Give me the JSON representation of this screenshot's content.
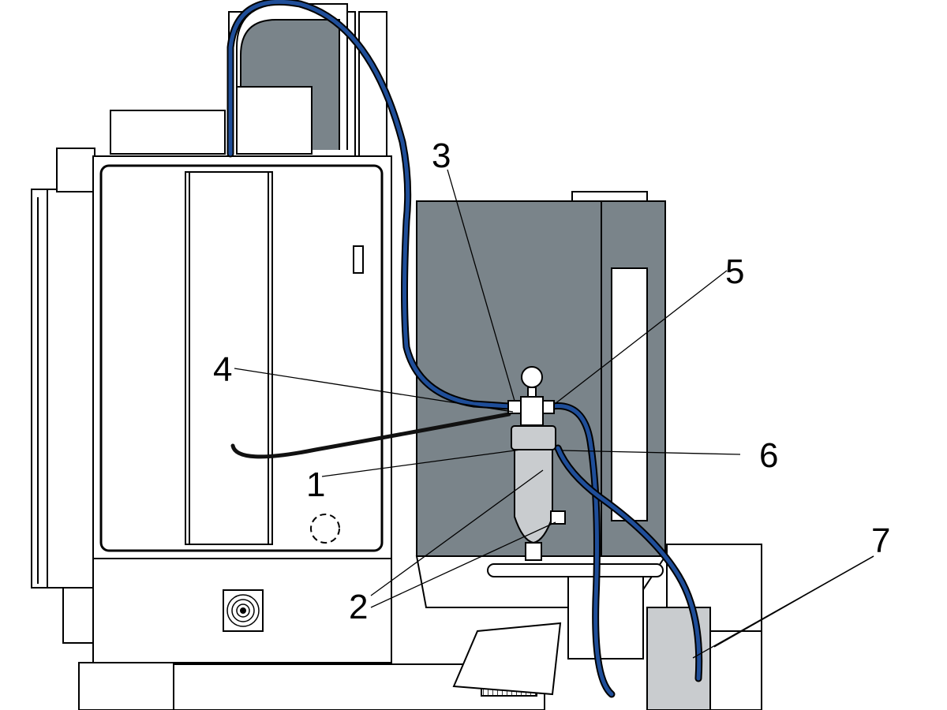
{
  "diagram": {
    "callouts": [
      {
        "id": "1",
        "label": "1"
      },
      {
        "id": "2",
        "label": "2"
      },
      {
        "id": "3",
        "label": "3"
      },
      {
        "id": "4",
        "label": "4"
      },
      {
        "id": "5",
        "label": "5"
      },
      {
        "id": "6",
        "label": "6"
      },
      {
        "id": "7",
        "label": "7"
      }
    ]
  },
  "colors": {
    "hose_blue": "#1f4e99",
    "hose_black": "#111111",
    "panel_gray": "#7a848a",
    "cabinet_outline": "#000000",
    "filter_body": "#c9cccf",
    "background": "#ffffff"
  }
}
